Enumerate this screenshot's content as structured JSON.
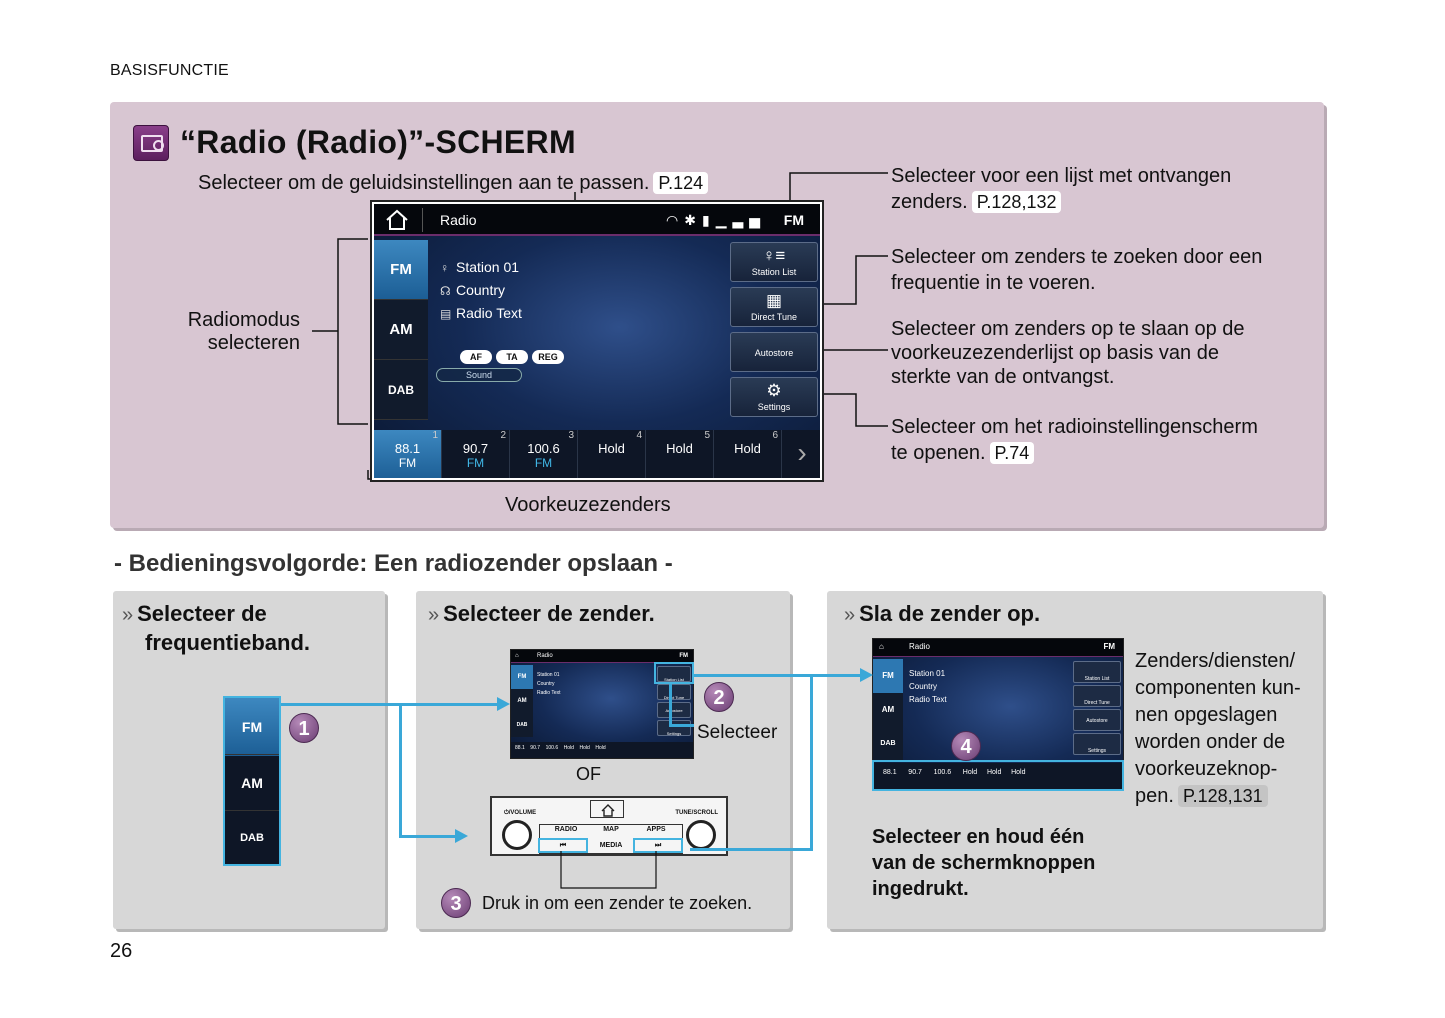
{
  "header": {
    "section": "BASISFUNCTIE"
  },
  "top": {
    "title": "“Radio (Radio)”-SCHERM",
    "icon": "radio-icon",
    "ann_sound": "Selecteer om de geluidsinstellingen aan te passen.",
    "ann_sound_ref": "P.124",
    "ann_station_list": "Selecteer voor een lijst met ontvangen",
    "ann_station_list_2": "zenders.",
    "ann_station_list_ref": "P.128,132",
    "ann_direct_tune": "Selecteer om zenders te zoeken door een",
    "ann_direct_tune_2": "frequentie in te voeren.",
    "ann_autostore": "Selecteer om zenders op te slaan op de",
    "ann_autostore_2": "voorkeuzezenderlijst op basis van de",
    "ann_autostore_3": "sterkte van de ontvangst.",
    "ann_settings": "Selecteer om het radioinstellingenscherm",
    "ann_settings_2": "te openen.",
    "ann_settings_ref": "P.74",
    "ann_mode_1": "Radiomodus",
    "ann_mode_2": "selecteren",
    "ann_presets": "Voorkeuzezenders"
  },
  "screen": {
    "title": "Radio",
    "status_icons": "wifi bluetooth battery signal",
    "band": "FM",
    "modes": [
      "FM",
      "AM",
      "DAB"
    ],
    "station": "Station 01",
    "genre": "Country",
    "radio_text": "Radio Text",
    "tags": [
      "AF",
      "TA",
      "REG"
    ],
    "sound": "Sound",
    "side_buttons": {
      "station_list": "Station List",
      "direct_tune": "Direct Tune",
      "autostore": "Autostore",
      "settings": "Settings"
    },
    "presets": [
      {
        "num": "1",
        "freq": "88.1",
        "band": "FM"
      },
      {
        "num": "2",
        "freq": "90.7",
        "band": "FM"
      },
      {
        "num": "3",
        "freq": "100.6",
        "band": "FM"
      },
      {
        "num": "4",
        "freq": "Hold",
        "band": ""
      },
      {
        "num": "5",
        "freq": "Hold",
        "band": ""
      },
      {
        "num": "6",
        "freq": "Hold",
        "band": ""
      }
    ],
    "next": "›"
  },
  "procedure": {
    "heading": "- Bedieningsvolgorde: Een radiozender opslaan -",
    "chevron": "»",
    "step1_title_1": "Selecteer de",
    "step1_title_2": "frequentieband.",
    "step2_title": "Selecteer de zender.",
    "step3_title": "Sla de zender op.",
    "steps": [
      "1",
      "2",
      "3",
      "4"
    ],
    "select_label": "Selecteer",
    "or_label": "OF",
    "press_label": "Druk in om een zender te zoeken.",
    "console": {
      "volume": "⏻/VOLUME",
      "tune": "TUNE/SCROLL",
      "radio": "RADIO",
      "map": "MAP",
      "apps": "APPS",
      "media": "MEDIA",
      "prev": "⏮",
      "next": "⏭"
    },
    "note_1": "Zenders/diensten/",
    "note_2": "componenten kun-",
    "note_3": "nen opgeslagen",
    "note_4": "worden onder de",
    "note_5": "voorkeuzeknop-",
    "note_6": "pen.",
    "note_ref": "P.128,131",
    "bold_1": "Selecteer en houd één",
    "bold_2": "van de schermknoppen",
    "bold_3": "ingedrukt."
  },
  "page": {
    "number": "26"
  }
}
